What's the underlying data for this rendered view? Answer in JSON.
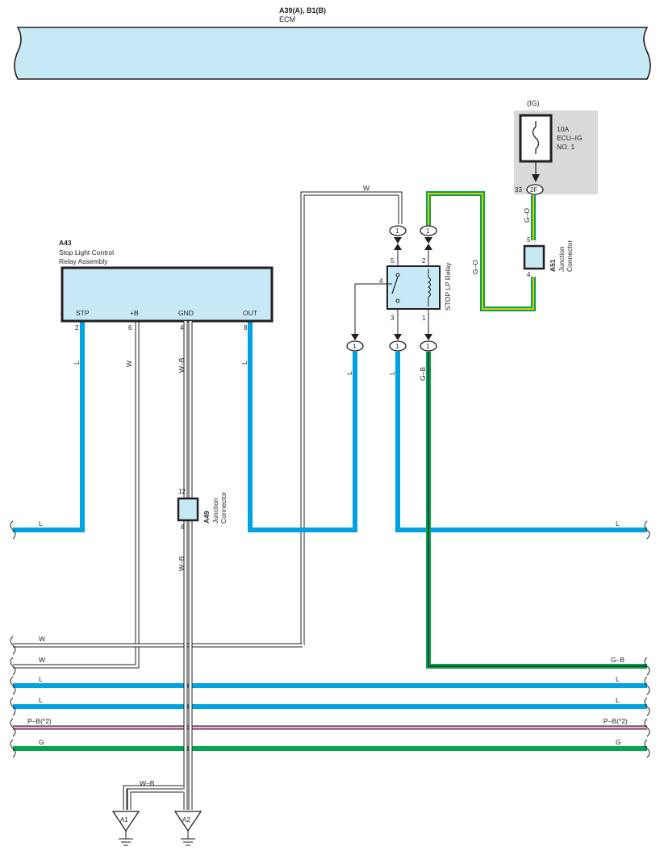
{
  "ecm": {
    "id": "A39(A), B1(B)",
    "name": "ECM"
  },
  "relay_assembly": {
    "id": "A43",
    "name_line1": "Stop Light Control",
    "name_line2": "Relay Assembly",
    "terminals": [
      {
        "label": "STP",
        "pin": "2",
        "wire": "L"
      },
      {
        "label": "+B",
        "pin": "6",
        "wire": "W"
      },
      {
        "label": "GND",
        "pin": "4",
        "wire": "W–B"
      },
      {
        "label": "OUT",
        "pin": "8",
        "wire": "L"
      }
    ]
  },
  "fuse": {
    "source": "(IG)",
    "rating": "10A",
    "name_line1": "ECU–IG",
    "name_line2": "NO. 1",
    "pin": "33",
    "connector": "2F",
    "wire": "G–O"
  },
  "relay": {
    "name": "STOP LP Relay",
    "pins": {
      "p5": "5",
      "p2": "2",
      "p4": "4",
      "p3": "3",
      "p1": "1"
    }
  },
  "connector_mark": "1",
  "jc_a51": {
    "id": "A51",
    "line1": "Junction",
    "line2": "Connector",
    "pin_top": "5",
    "pin_bottom": "4",
    "wire": "G–O"
  },
  "jc_a49": {
    "id": "A49",
    "line1": "Junction",
    "line2": "Connector",
    "pin_top": "12",
    "pin_bottom": "8",
    "wire": "W–B"
  },
  "wire_labels": {
    "w_top": "W",
    "l": "L",
    "gb": "G–B",
    "wb_ground": "W–B"
  },
  "bus_lines": [
    {
      "left": "W",
      "right": ""
    },
    {
      "left": "W",
      "right": ""
    },
    {
      "left": "",
      "right": "G–B"
    },
    {
      "left": "L",
      "right": "L"
    },
    {
      "left": "L",
      "right": "L"
    },
    {
      "left": "P–B(*2)",
      "right": "P–B(*2)"
    },
    {
      "left": "G",
      "right": "G"
    }
  ],
  "grounds": [
    {
      "label": "A1"
    },
    {
      "label": "A2"
    }
  ],
  "colors": {
    "blue": "#00a3e0",
    "green": "#00a651",
    "yellow": "#f2c200",
    "pink": "#e06aa8",
    "light_blue_fill": "#c6e9f5",
    "grey_fill": "#d9d9d9",
    "line": "#231f20"
  }
}
